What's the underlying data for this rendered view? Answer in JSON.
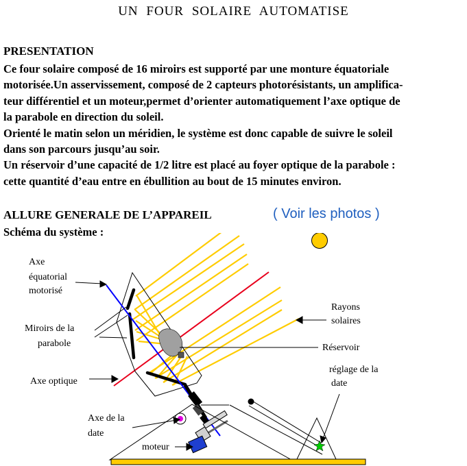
{
  "title": "UN  FOUR  SOLAIRE  AUTOMATISE",
  "presentation": {
    "heading": "PRESENTATION",
    "lines": [
      "Ce four solaire composé de 16 miroirs est supporté par une monture équatoriale",
      "motorisée.Un asservissement, composé de 2 capteurs photorésistants, un amplifica-",
      "teur différentiel et un moteur,permet d’orienter automatiquement l’axe optique de",
      "la parabole en direction du soleil.",
      "Orienté le matin selon un méridien, le système est donc capable de suivre le soleil",
      "dans son parcours jusqu’au soir.",
      "Un réservoir d’une capacité de 1/2 litre est placé au foyer optique de la parabole :",
      "cette quantité d’eau entre en ébullition au bout de 15 minutes environ."
    ]
  },
  "allure": {
    "heading": "ALLURE GENERALE DE L’APPAREIL",
    "photos_link": "( Voir les photos )",
    "schema_label": "Schéma du système :"
  },
  "diagram": {
    "labels": {
      "axe_eq_1": "Axe",
      "axe_eq_2": "équatorial",
      "axe_eq_3": "motorisé",
      "miroirs_1": "Miroirs de la",
      "miroirs_2": "parabole",
      "axe_optique": "Axe optique",
      "axe_date_1": "Axe de la",
      "axe_date_2": "date",
      "moteur": "moteur",
      "rayons_1": "Rayons",
      "rayons_2": "solaires",
      "reservoir": "Réservoir",
      "reglage_1": "réglage de la",
      "reglage_2": "date"
    },
    "colors": {
      "rays": "#ffcc00",
      "optical_axis": "#e8001c",
      "equatorial_axis": "#0000ff",
      "sun": "#ffcc00",
      "base": "#ffcc00",
      "reservoir": "#a0a0a0",
      "motor": "#1f3fd0",
      "date_axis_marker": "#e000e0",
      "date_marker": "#00cc00"
    }
  }
}
